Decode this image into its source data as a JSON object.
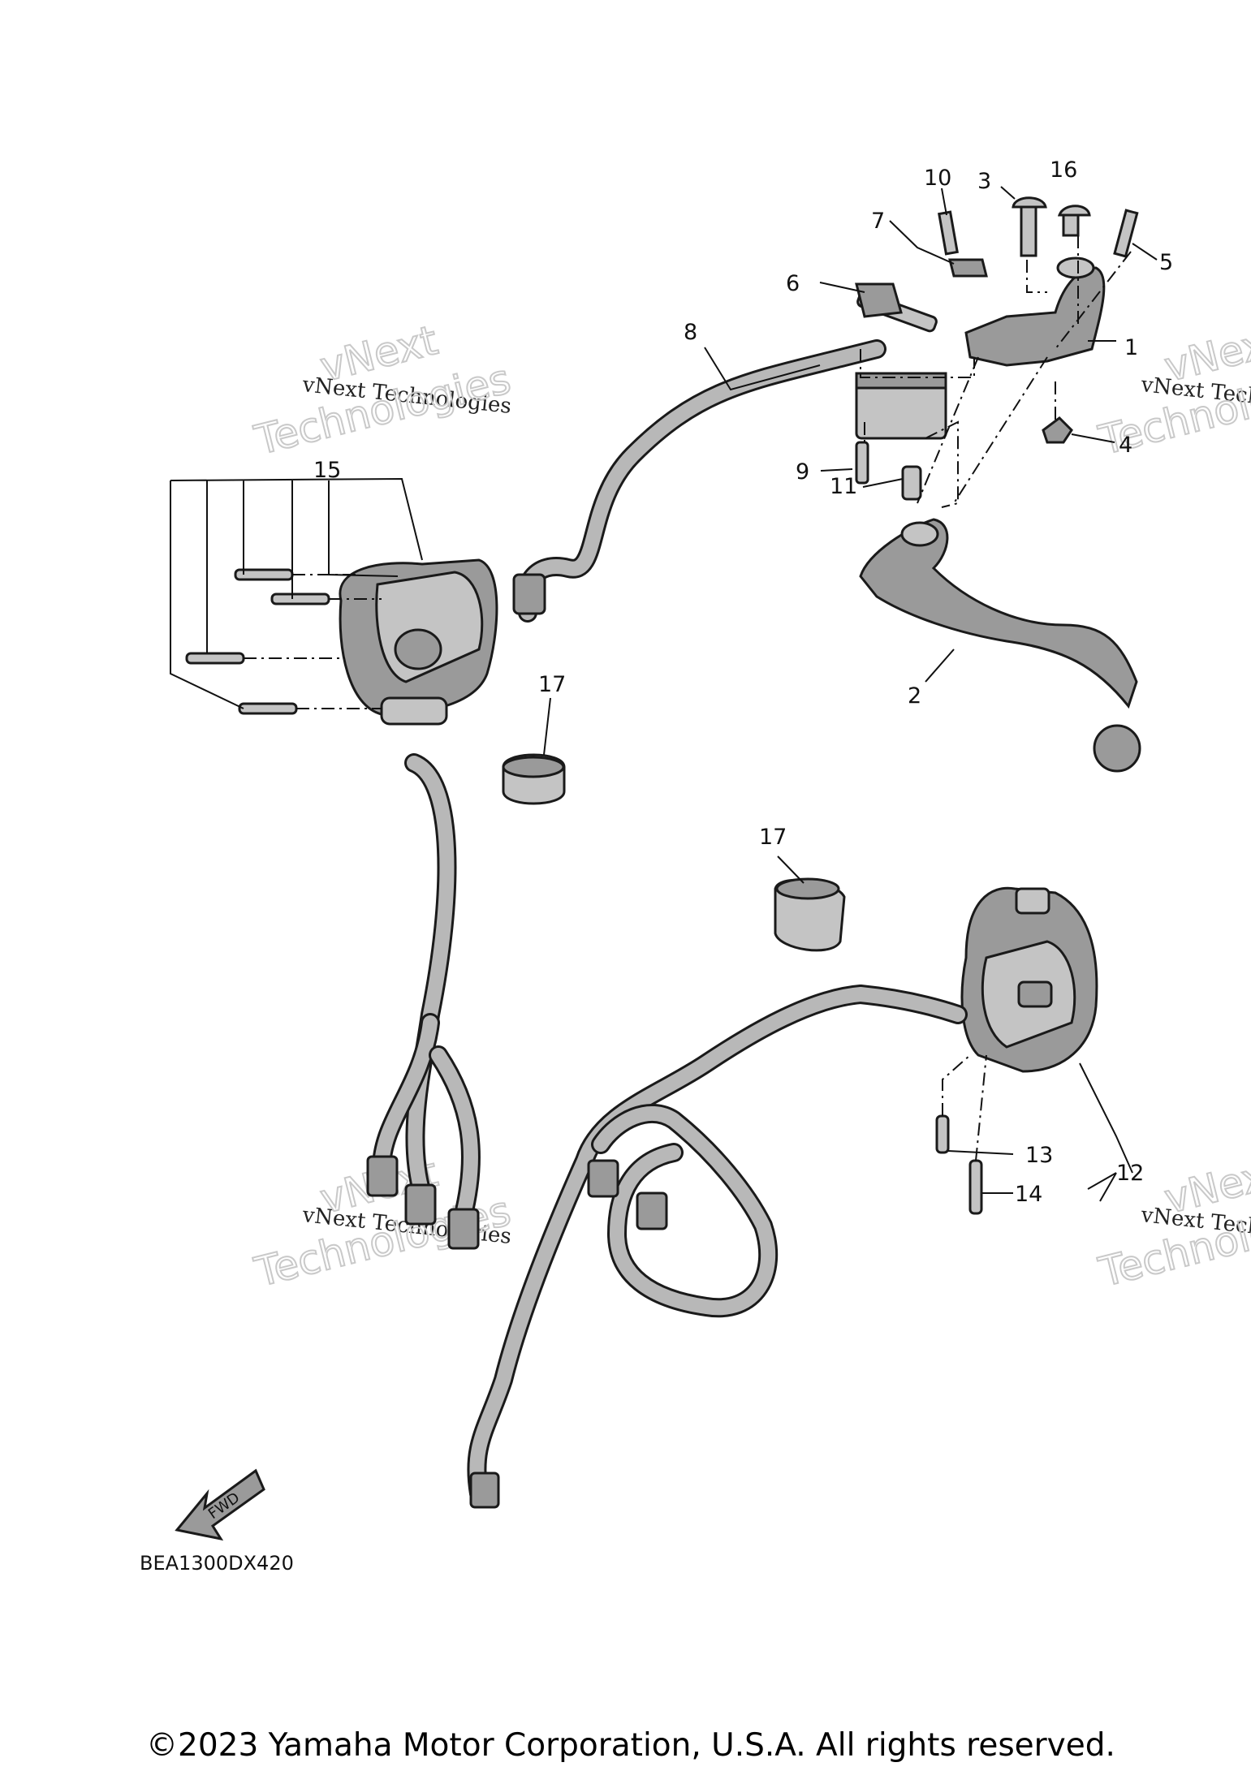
{
  "diagram_code": "BEA1300DX420",
  "fwd_label": "FWD",
  "copyright": "©2023 Yamaha Motor Corporation, U.S.A. All rights reserved.",
  "watermark": {
    "line1": "vNext Technologies",
    "line2a": "vNext",
    "line2b": "Technologies"
  },
  "callouts": {
    "c1": "1",
    "c2": "2",
    "c3": "3",
    "c4": "4",
    "c5": "5",
    "c6": "6",
    "c7": "7",
    "c8": "8",
    "c9": "9",
    "c10": "10",
    "c11": "11",
    "c12": "12",
    "c13": "13",
    "c14": "14",
    "c15": "15",
    "c16": "16",
    "c17a": "17",
    "c17b": "17"
  }
}
